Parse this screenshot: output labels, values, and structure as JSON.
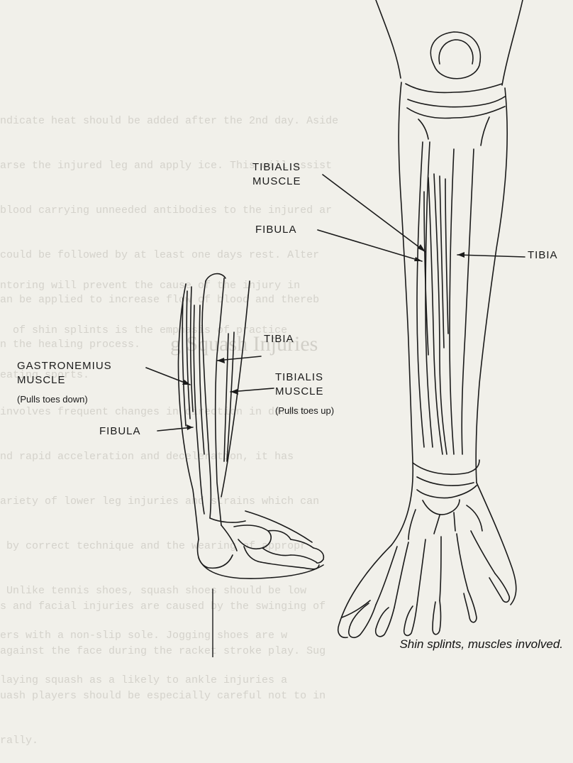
{
  "background_text": {
    "paragraph1": [
      "ndicate heat should be added after the 2nd day. Aside",
      "arse the injured leg and apply ice. This will assist",
      "blood carrying unneeded antibodies to the injured ar",
      "could be followed by at least one days rest. Alter ",
      "an be applied to increase flow of blood and thereb",
      "n the healing process."
    ],
    "paragraph2": [
      "ntoring will prevent the cause of the injury in",
      "  of shin splints is the emphasis of practice",
      "eating sports."
    ],
    "heading": "g Squash Injuries",
    "paragraph3": [
      "involves frequent changes in direction in direct",
      "nd rapid acceleration and deceleration, it has",
      "ariety of lower leg injuries and strains which can",
      " by correct technique and the wearing of appropr",
      " Unlike tennis shoes, squash shoes should be low",
      "ers with a non-slip sole. Jogging shoes are w",
      "laying squash as a likely to ankle injuries a"
    ],
    "paragraph4": [
      "s and facial injuries are caused by the swinging of",
      "against the face during the racket stroke play. Sug",
      "uash players should be especially careful not to in",
      "rally."
    ]
  },
  "labels": {
    "tibialis_muscle_right_line1": "TIBIALIS",
    "tibialis_muscle_right_line2": "MUSCLE",
    "fibula_right": "FIBULA",
    "tibia_right": "TIBIA",
    "tibia_left": "TIBIA",
    "gastronemius_line1": "GASTRONEMIUS",
    "gastronemius_line2": "MUSCLE",
    "gastronemius_note": "(Pulls toes down)",
    "tibialis_left_line1": "TIBIALIS",
    "tibialis_left_line2": "MUSCLE",
    "tibialis_left_note": "(Pulls toes up)",
    "fibula_left": "FIBULA"
  },
  "caption": "Shin splints, muscles involved.",
  "colors": {
    "paper": "#f1f0ea",
    "ink": "#1a1a1a",
    "bleed_text": "#d4d2cb"
  }
}
